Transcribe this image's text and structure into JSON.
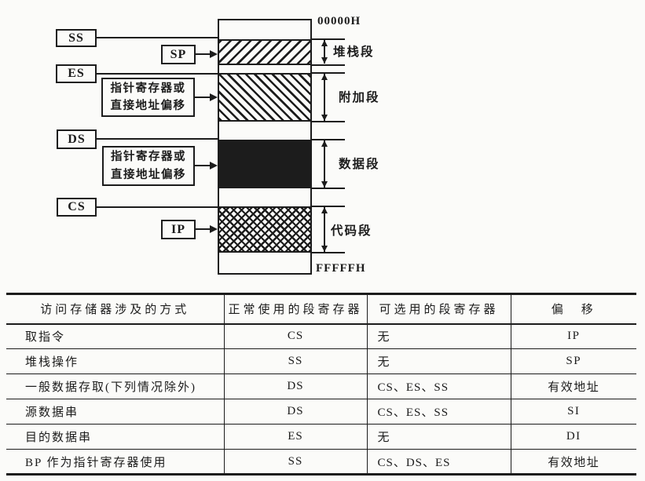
{
  "diagram": {
    "top_address": "00000H",
    "bottom_address": "FFFFFH",
    "registers": {
      "ss": "SS",
      "sp": "SP",
      "es": "ES",
      "ds": "DS",
      "cs": "CS",
      "ip": "IP"
    },
    "pointer_offset_label": "指针寄存器或\n直接地址偏移",
    "segment_labels": {
      "stack": "堆栈段",
      "extra": "附加段",
      "data": "数据段",
      "code": "代码段"
    }
  },
  "table": {
    "headers": [
      "访问存储器涉及的方式",
      "正常使用的段寄存器",
      "可选用的段寄存器",
      "偏　移"
    ],
    "rows": [
      [
        "取指令",
        "CS",
        "无",
        "IP"
      ],
      [
        "堆栈操作",
        "SS",
        "无",
        "SP"
      ],
      [
        "一般数据存取(下列情况除外)",
        "DS",
        "CS、ES、SS",
        "有效地址"
      ],
      [
        "源数据串",
        "DS",
        "CS、ES、SS",
        "SI"
      ],
      [
        "目的数据串",
        "ES",
        "无",
        "DI"
      ],
      [
        "BP 作为指针寄存器使用",
        "SS",
        "CS、DS、ES",
        "有效地址"
      ]
    ]
  },
  "colors": {
    "ink": "#1c1c1c",
    "paper": "#fbfbf9"
  }
}
